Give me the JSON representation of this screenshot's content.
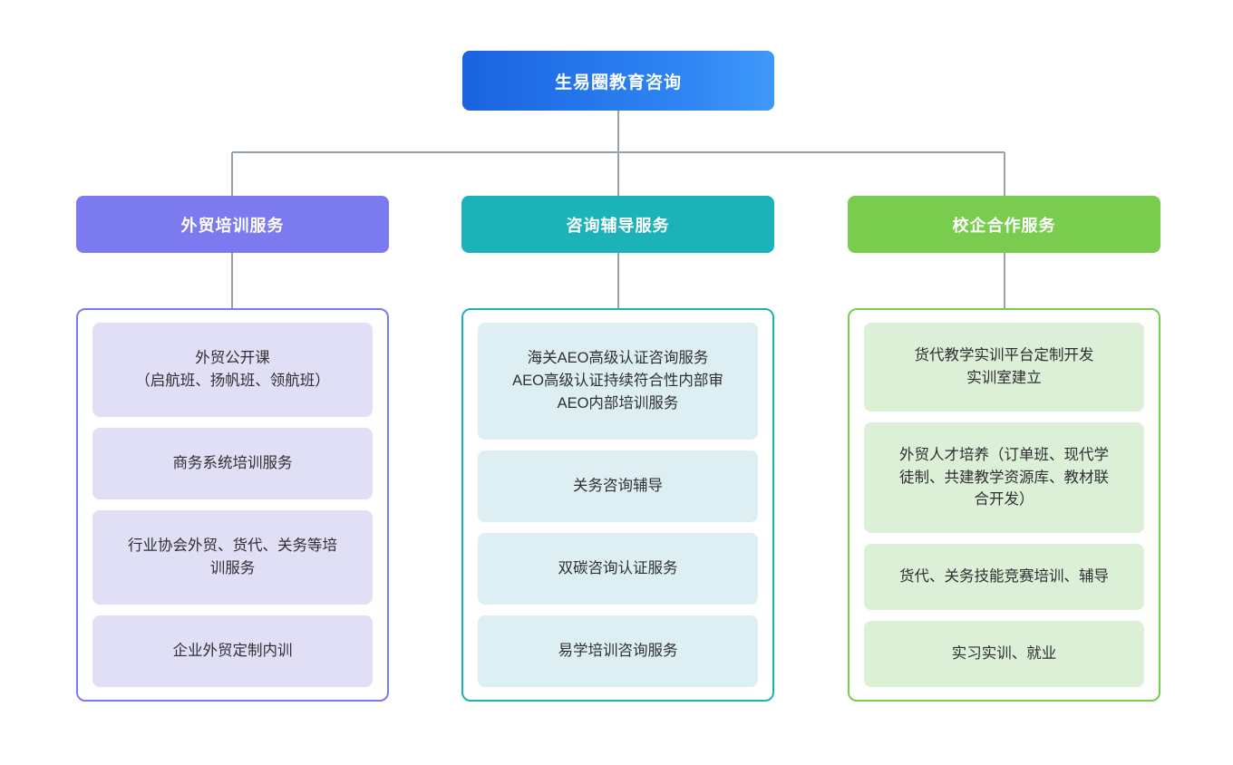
{
  "chart_data": {
    "type": "diagram",
    "diagram_type": "organization-tree",
    "title": "生易圈教育咨询",
    "root": {
      "label": "生易圈教育咨询",
      "color": "#1a63e0",
      "gradient_to": "#3f99f8"
    },
    "branches": [
      {
        "label": "外贸培训服务",
        "color": "#7b7bef",
        "item_fill": "#e1dff5",
        "items": [
          "外贸公开课\n（启航班、扬帆班、领航班）",
          "商务系统培训服务",
          "行业协会外贸、货代、关务等培\n训服务",
          "企业外贸定制内训"
        ]
      },
      {
        "label": "咨询辅导服务",
        "color": "#1cb3b8",
        "item_fill": "#ddeff2",
        "items": [
          "海关AEO高级认证咨询服务\nAEO高级认证持续符合性内部审\nAEO内部培训服务",
          "关务咨询辅导",
          "双碳咨询认证服务",
          "易学培训咨询服务"
        ]
      },
      {
        "label": "校企合作服务",
        "color": "#79cc4d",
        "item_fill": "#dcefd7",
        "items": [
          "货代教学实训平台定制开发\n实训室建立",
          "外贸人才培养（订单班、现代学\n徒制、共建教学资源库、教材联\n合开发）",
          "货代、关务技能竞赛培训、辅导",
          "实习实训、就业"
        ]
      }
    ],
    "connector_color": "#96a2ab"
  }
}
